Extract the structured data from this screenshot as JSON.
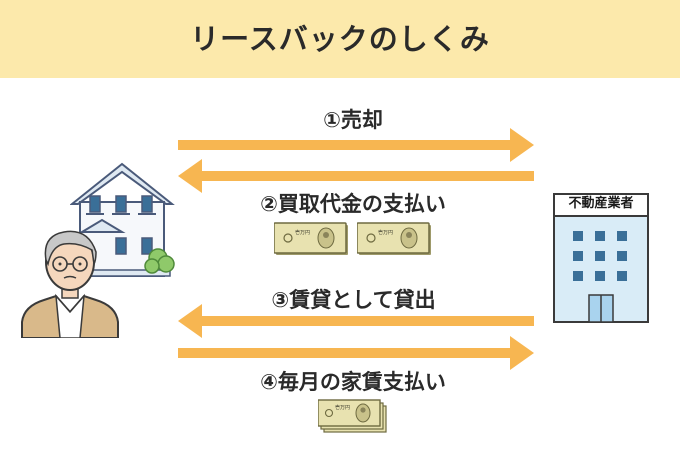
{
  "title": "リースバックのしくみ",
  "steps": {
    "s1": "①売却",
    "s2": "②買取代金の支払い",
    "s3": "③賃貸として貸出",
    "s4": "④毎月の家賃支払い"
  },
  "company_label": "不動産業者",
  "bill_text": "壱万円",
  "colors": {
    "header_bg": "#fce9ab",
    "arrow": "#f7b651",
    "building": "#d9ecf7",
    "window": "#3a6f98",
    "house_outline": "#4a5a7a",
    "bill": "#e8e2b0"
  },
  "icons": [
    "house-icon",
    "senior-man-icon",
    "office-building-icon",
    "banknote-icon"
  ]
}
